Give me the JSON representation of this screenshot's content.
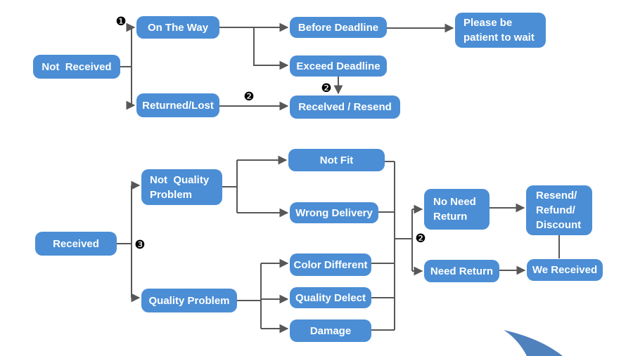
{
  "colors": {
    "node_fill": "#4b8ed5",
    "node_text": "#ffffff",
    "edge_color": "#575757",
    "swoosh_color": "#4f81bd"
  },
  "badges": {
    "step1": "❶",
    "step2": "❷",
    "step3": "❸"
  },
  "nodes": {
    "not_received": {
      "label": "Not  Received"
    },
    "on_the_way": {
      "label": "On The Way"
    },
    "returned_lost": {
      "label": "Returned/Lost"
    },
    "before_deadline": {
      "label": "Before Deadline"
    },
    "exceed_deadline": {
      "label": "Exceed Deadline"
    },
    "please_patient": {
      "label": "Please be\npatient to wait"
    },
    "recelved_resend": {
      "label": "Recelved / Resend"
    },
    "received": {
      "label": "Received"
    },
    "not_quality_problem": {
      "label": "Not  Quality\nProblem"
    },
    "quality_problem": {
      "label": "Quality Problem"
    },
    "not_fit": {
      "label": "Not Fit"
    },
    "wrong_delivery": {
      "label": "Wrong Delivery"
    },
    "color_different": {
      "label": "Color Different"
    },
    "quality_delect": {
      "label": "Quality Delect"
    },
    "damage": {
      "label": "Damage"
    },
    "no_need_return": {
      "label": "No Need\nReturn"
    },
    "need_return": {
      "label": "Need Return"
    },
    "resend_refund_discount": {
      "label": "Resend/\nRefund/\nDiscount"
    },
    "we_received": {
      "label": "We Received"
    }
  }
}
